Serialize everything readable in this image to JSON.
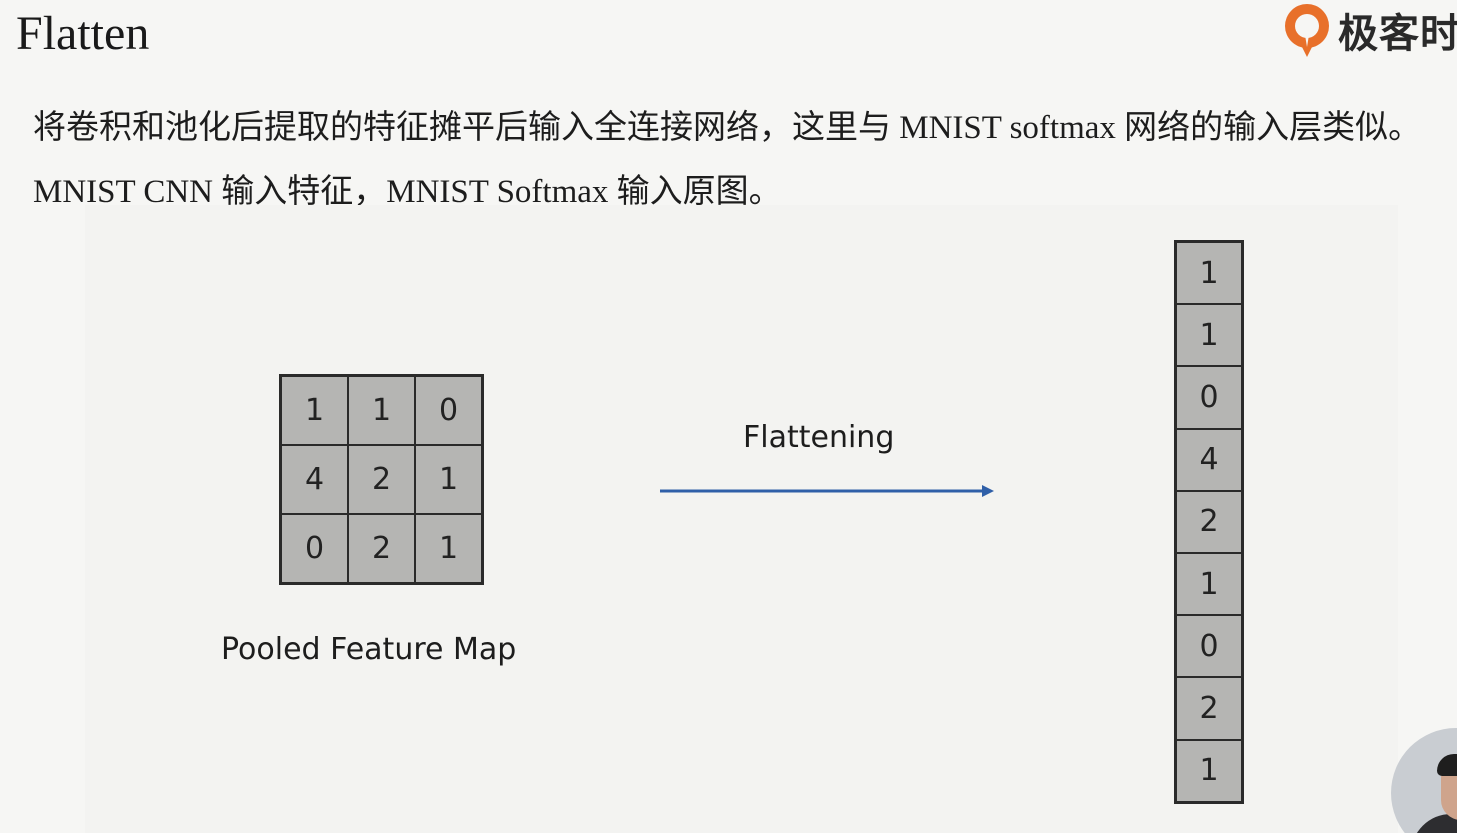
{
  "slide": {
    "title": "Flatten",
    "logo_text": "极客时",
    "paragraph_1": "将卷积和池化后提取的特征摊平后输入全连接网络，这里与 MNIST softmax 网络的输入层类似。",
    "paragraph_2": "MNIST CNN 输入特征，MNIST Softmax 输入原图。"
  },
  "figure": {
    "pooled_map": [
      [
        "1",
        "1",
        "0"
      ],
      [
        "4",
        "2",
        "1"
      ],
      [
        "0",
        "2",
        "1"
      ]
    ],
    "pooled_caption": "Pooled Feature Map",
    "arrow_label": "Flattening",
    "flattened": [
      "1",
      "1",
      "0",
      "4",
      "2",
      "1",
      "0",
      "2",
      "1"
    ]
  },
  "colors": {
    "background": "#f6f6f4",
    "cell_fill": "#b5b5b3",
    "arrow": "#2f5fa8",
    "logo_orange": "#e8702a"
  },
  "icons": {
    "logo": "geektime-logo-icon",
    "presenter": "presenter-avatar"
  }
}
